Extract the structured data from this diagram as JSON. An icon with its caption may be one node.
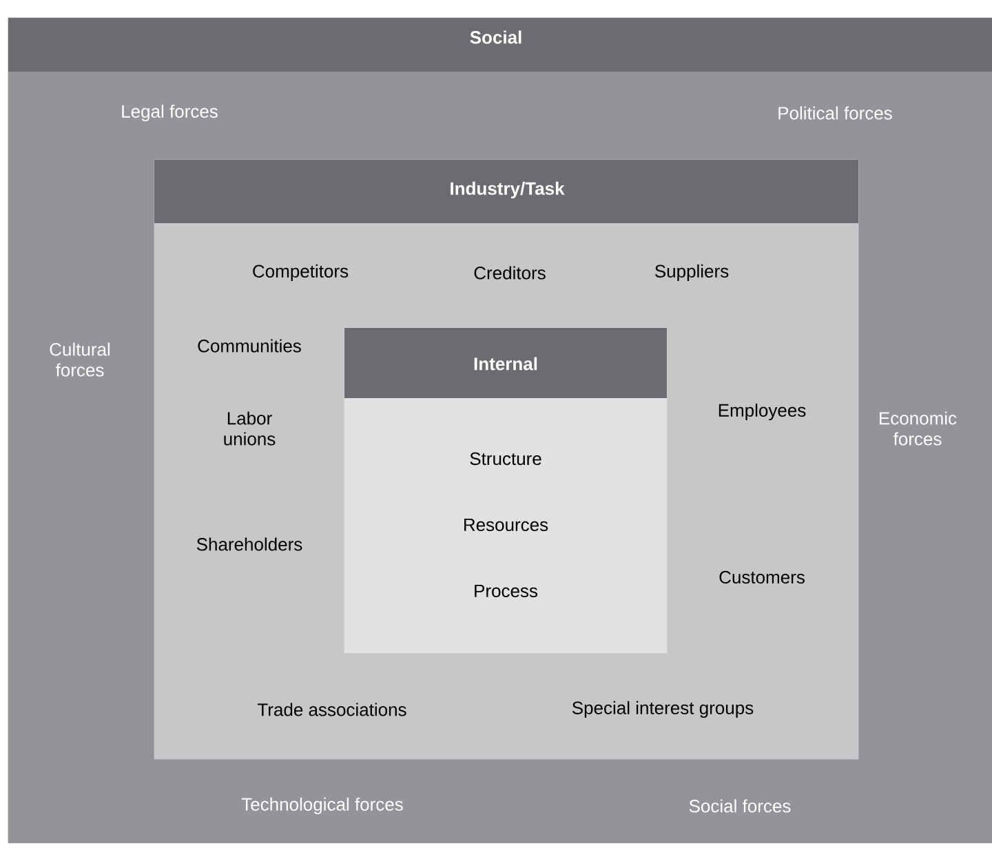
{
  "diagram": {
    "nodes": [
      {
        "text": [
          "Social",
          "Legal forces",
          "Political forces",
          "Cultural forces",
          "Economic forces",
          "Technological forces",
          "Social forces"
        ]
      },
      {
        "text": [
          "Industry/Task",
          "Competitors",
          "Creditors",
          "Suppliers",
          "Communities",
          "Labor unions",
          "Employees",
          "Shareholders",
          "Customers",
          "Trade associations",
          "Special interest groups"
        ],
        "in": 0
      },
      {
        "text": [
          "Internal",
          "Structure",
          "Resources",
          "Process"
        ],
        "in": 1
      }
    ]
  }
}
